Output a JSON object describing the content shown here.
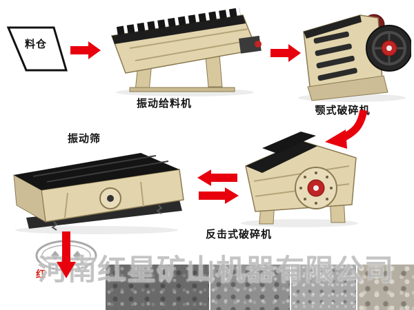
{
  "diagram": {
    "description_labels": {
      "silo": "料仓",
      "feeder": "振动给料机",
      "jaw": "颚式破碎机",
      "impact": "反击式破碎机",
      "screen": "振动筛"
    }
  },
  "watermark": {
    "company": "河南红星矿山机器有限公司",
    "logo_char": "红"
  },
  "colors": {
    "arrow_red": "#e8000d",
    "machine_body": "#e2d4ac",
    "machine_dark": "#1a1a1a",
    "accent_red": "#c02424",
    "watermark_gray": "#bcbcbc"
  },
  "icons": [
    "silo-outline-shape",
    "right-arrow-icon",
    "curved-down-arrow-icon",
    "left-arrow-icon",
    "right-return-arrow-icon",
    "down-arrow-icon",
    "company-logo-oval"
  ],
  "products": {
    "photos": [
      "crushed-stone-dark",
      "crushed-stone-medium",
      "crushed-stone-fine",
      "crushed-gravel-light"
    ]
  }
}
